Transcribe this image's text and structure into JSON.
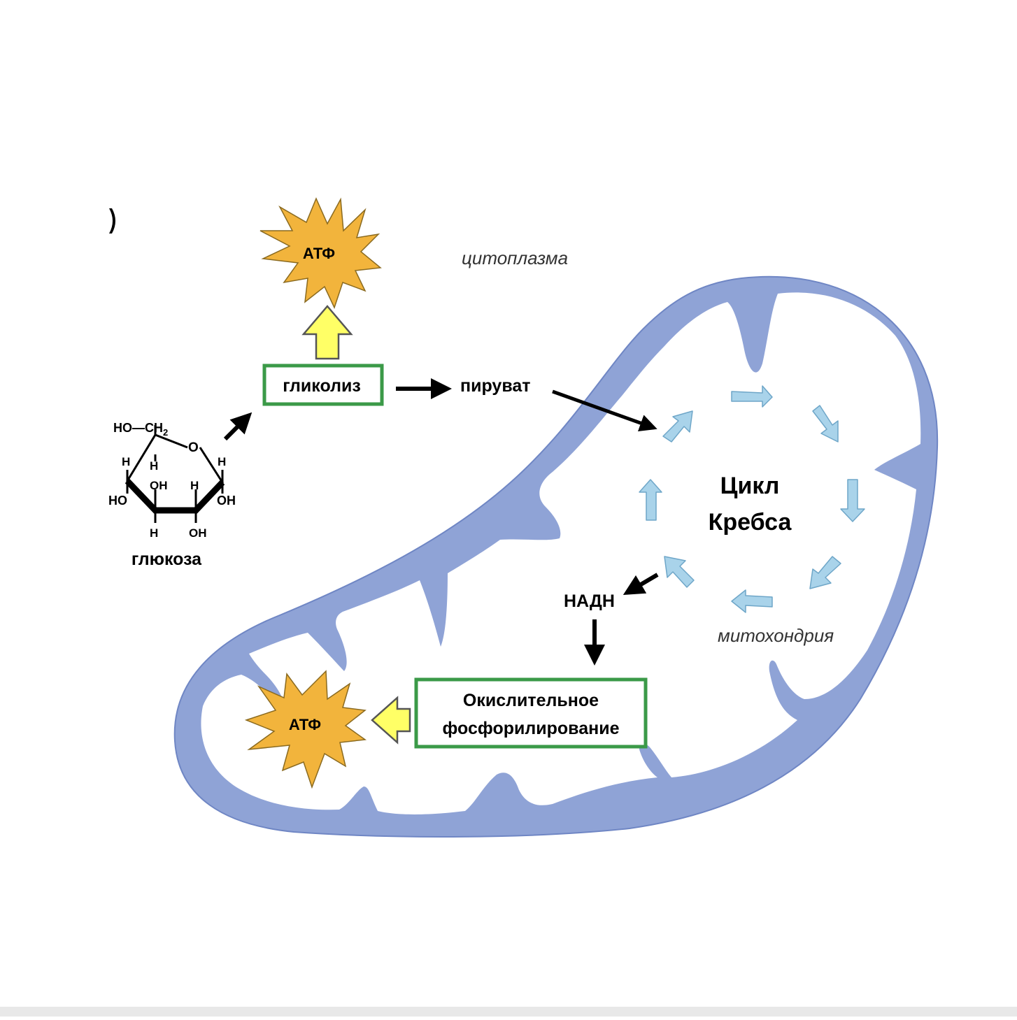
{
  "labels": {
    "cytoplasm": "цитоплазма",
    "mitochondrion": "митохондрия",
    "glycolysis": "гликолиз",
    "pyruvate": "пируват",
    "glucose": "глюкоза",
    "krebs_line1": "Цикл",
    "krebs_line2": "Кребса",
    "nadh": "НАДН",
    "oxphos_line1": "Окислительное",
    "oxphos_line2": "фосфорилирование",
    "atp_top": "АТФ",
    "atp_bottom": "АТФ"
  },
  "glucose_atoms": {
    "ho_ch2": "HO—CH",
    "ch2_sub": "2",
    "o_ring": "O",
    "h_left_outer": "H",
    "h_left_inner": "H",
    "h_right_top": "H",
    "oh_inner": "OH",
    "h_inner_right": "H",
    "ho_left": "HO",
    "oh_right": "OH",
    "h_bottom": "H",
    "oh_bottom": "OH"
  },
  "colors": {
    "membrane_fill": "#8fa3d6",
    "membrane_stroke": "#6f86c4",
    "star_fill": "#f2b43c",
    "star_stroke": "#8a6a20",
    "yellow_arrow": "#ffff66",
    "box_border": "#3b9a48",
    "cycle_arrow": "#a9d3ea",
    "cycle_arrow_stroke": "#6ea6c8"
  }
}
